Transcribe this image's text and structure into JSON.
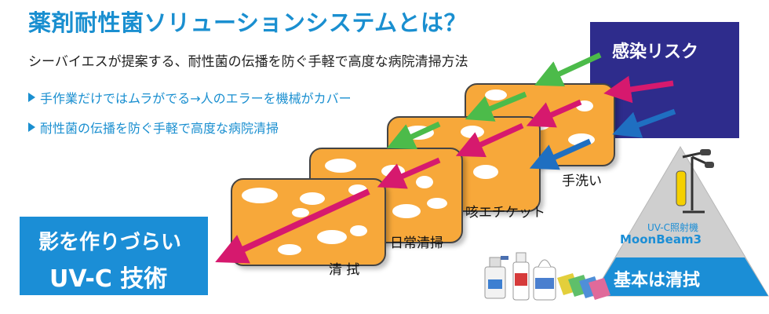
{
  "header": {
    "title": "薬剤耐性菌ソリューションシステムとは？",
    "subtitle": "シーバイエスが提案する、耐性菌の伝播を防ぐ手軽で高度な病院清掃方法"
  },
  "bullets": [
    {
      "label": "手作業だけではムラがでる→人のエラーを機械がカバー"
    },
    {
      "label": "耐性菌の伝播を防ぐ手軽で高度な病院清掃"
    }
  ],
  "risk_box": {
    "label": "感染リスク"
  },
  "steps": [
    {
      "label": "手洗い"
    },
    {
      "label": "咳エチケット"
    },
    {
      "label": "日常清掃"
    },
    {
      "label": "清 拭"
    }
  ],
  "uv_box": {
    "line1": "影を作りづらい",
    "line2": "UV-C 技術"
  },
  "pyramid": {
    "device_caption": "UV-C照射機",
    "device_name": "MoonBeam3",
    "base_label": "基本は清拭"
  },
  "colors": {
    "brand_blue": "#1a8fd0",
    "risk_navy": "#2e2c8c",
    "card_orange": "#f7a83a",
    "arrow_green": "#4cbb4a",
    "arrow_magenta": "#d6196e",
    "arrow_blue": "#1f6fc1",
    "pyramid_gray": "#c9c9c9"
  },
  "icons": [
    "triangle-bullet-icon",
    "arrow-icon",
    "uv-lamp-icon",
    "spray-bottle-icon",
    "wipes-container-icon",
    "cloth-icon"
  ]
}
